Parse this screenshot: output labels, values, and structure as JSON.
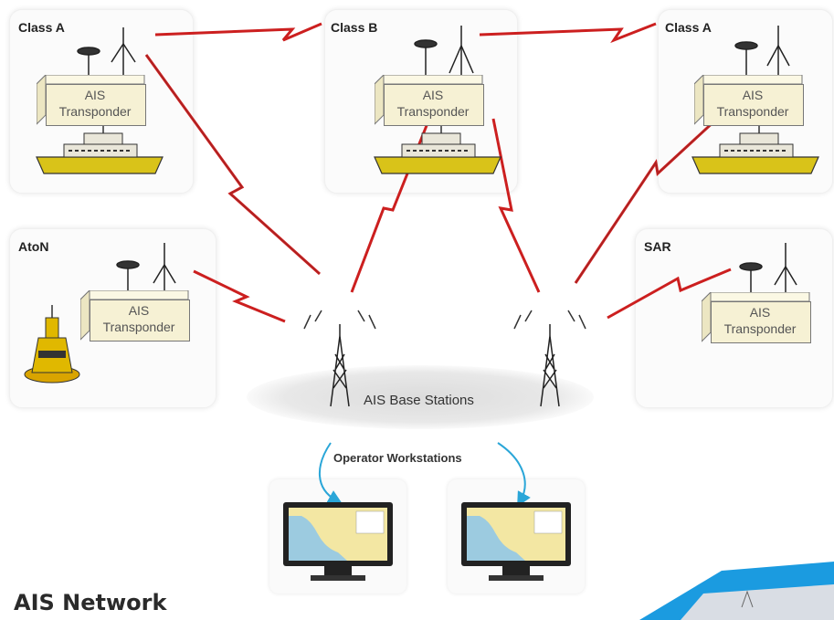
{
  "diagram": {
    "title": "AIS Network",
    "nodes": {
      "class_a_left": "Class A",
      "class_b": "Class B",
      "class_a_right": "Class A",
      "aton": "AtoN",
      "sar": "SAR"
    },
    "transponder": {
      "line1": "AIS",
      "line2": "Transponder"
    },
    "base_stations_label": "AIS Base Stations",
    "operator_label": "Operator Workstations",
    "colors": {
      "link": "#cc1f1f",
      "box_fill": "#f6f1d4",
      "ship_hull": "#d9c319",
      "arrow": "#2aa6d8",
      "accent_blue": "#1b9be0"
    }
  }
}
